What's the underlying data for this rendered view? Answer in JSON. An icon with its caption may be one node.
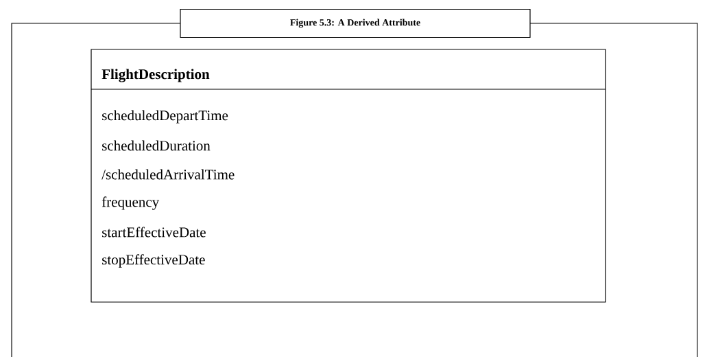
{
  "diagram": {
    "title": "Figure 5.3: A Derived Attribute",
    "nodes": [
      {
        "text": [
          "FlightDescription",
          "scheduledDepartTime",
          "scheduledDuration",
          "/scheduledArrivalTime",
          "frequency",
          "startEffectiveDate",
          "stopEffectiveDate"
        ]
      }
    ]
  }
}
